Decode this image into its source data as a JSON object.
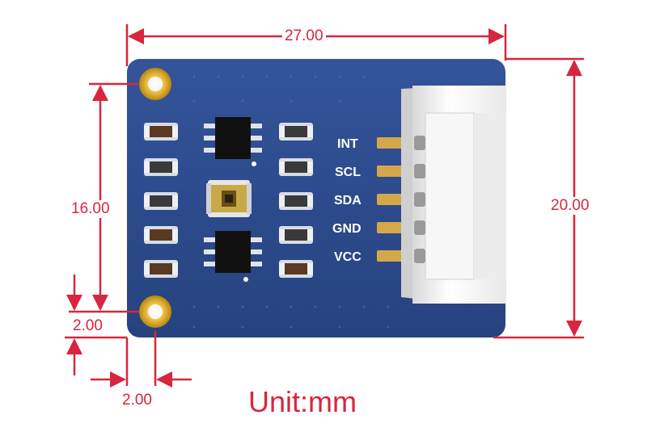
{
  "dimensions": {
    "width": "27.00",
    "height": "20.00",
    "hole_spacing": "16.00",
    "hole_offset_y": "2.00",
    "hole_offset_x": "2.00"
  },
  "pins": [
    "INT",
    "SCL",
    "SDA",
    "GND",
    "VCC"
  ],
  "unit": "Unit:mm",
  "colors": {
    "board": "#2c4a8c",
    "dimension": "#d7263d",
    "hole": "#d9a21b",
    "pad": "#d4a84a",
    "connector": "#f0f0f0"
  }
}
